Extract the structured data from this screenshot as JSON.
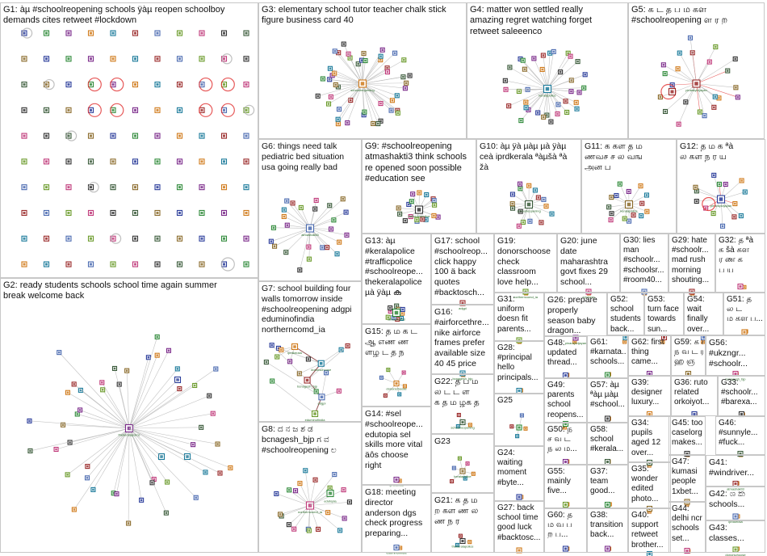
{
  "groups": [
    {
      "id": "G1",
      "lines": [
        "G1: àµ #schoolreopening schools ÿàµ reopen schoolboy",
        "demands cites retweet #lockdown"
      ]
    },
    {
      "id": "G2",
      "lines": [
        "G2: ready students schools school time again summer",
        "break welcome back"
      ]
    },
    {
      "id": "G3",
      "lines": [
        "G3: elementary school tutor teacher chalk stick",
        "figure business card 40"
      ]
    },
    {
      "id": "G4",
      "lines": [
        "G4: matter won settled really",
        "amazing regret watching forget",
        "retweet saleeenco"
      ]
    },
    {
      "id": "G5",
      "lines": [
        "G5: க ட த ப ம கள",
        "#schoolreopening ள ர ற"
      ]
    },
    {
      "id": "G6",
      "lines": [
        "G6: things need talk",
        "pediatric bed situation",
        "usa going really bad"
      ]
    },
    {
      "id": "G7",
      "lines": [
        "G7: school building four",
        "walls tomorrow inside",
        "#schoolreopening adgpi",
        "eduminofindia",
        "northerncomd_ia"
      ]
    },
    {
      "id": "G8",
      "lines": [
        "G8: ದ ನ ಜ ಶ ಡ",
        "bcnagesh_bjp ಗ ವ",
        "#schoolreopening ಲ"
      ]
    },
    {
      "id": "G9",
      "lines": [
        "G9: #schoolreopening",
        "atmashakti3 think schools",
        "re opened soon possible",
        "#education see"
      ]
    },
    {
      "id": "G10",
      "lines": [
        "G10: àµ ÿà µàµ µà ÿàµ",
        "ceà iprdkerala ªàµšà ªà",
        "žà"
      ]
    },
    {
      "id": "G11",
      "lines": [
        "G11: க கள த ம",
        "ணவச ச ல வங",
        "அன ப"
      ]
    },
    {
      "id": "G12",
      "lines": [
        "G12: த ம க ªà",
        "ல கள ந ர ய"
      ]
    },
    {
      "id": "G13",
      "lines": [
        "G13: àµ",
        "#keralapolice",
        "#trafficpolice",
        "#schoolreope...",
        "thekeralapolice",
        "µà ÿàµ ക"
      ]
    },
    {
      "id": "G14",
      "lines": [
        "G14: #sel",
        "#schoolreope...",
        "edutopia sel",
        "skills more vital",
        "äôs choose",
        "right"
      ]
    },
    {
      "id": "G15",
      "lines": [
        "G15: த ம க ட",
        "ஆ எண ண",
        "ளழ ட த ந"
      ]
    },
    {
      "id": "G16",
      "lines": [
        "G16:",
        "#airforcethre...",
        "nike airforce",
        "frames prefer",
        "available size",
        "40 45 price"
      ]
    },
    {
      "id": "G17",
      "lines": [
        "G17: school",
        "#schoolreop...",
        "click happy",
        "100 ä back",
        "quotes",
        "#backtosch..."
      ]
    },
    {
      "id": "G18",
      "lines": [
        "G18: meeting",
        "director",
        "anderson dgs",
        "check progress",
        "preparing..."
      ]
    },
    {
      "id": "G19",
      "lines": [
        "G19:",
        "donorschoose",
        "check",
        "classroom",
        "love help..."
      ]
    },
    {
      "id": "G20",
      "lines": [
        "G20: june",
        "date",
        "maharashtra",
        "govt fixes 29",
        "school..."
      ]
    },
    {
      "id": "G21",
      "lines": [
        "G21: க த ம",
        "ற கள ண ல",
        "ண ந ர"
      ]
    },
    {
      "id": "G22",
      "lines": [
        "G22: த ப ம",
        "ல ட ட ள",
        "க த ம ழக த"
      ]
    },
    {
      "id": "G23",
      "lines": [
        "G23"
      ]
    },
    {
      "id": "G24",
      "lines": [
        "G24:",
        "waiting",
        "moment",
        "#byte..."
      ]
    },
    {
      "id": "G25",
      "lines": [
        "G25"
      ]
    },
    {
      "id": "G26",
      "lines": [
        "G26: prepare",
        "properly",
        "season baby",
        "dragon..."
      ]
    },
    {
      "id": "G27",
      "lines": [
        "G27: back",
        "school time",
        "good luck",
        "#backtosc..."
      ]
    },
    {
      "id": "G28",
      "lines": [
        "G28:",
        "#principal",
        "hello",
        "principals..."
      ]
    },
    {
      "id": "G29",
      "lines": [
        "G29: hate",
        "#schoolr...",
        "mad rush",
        "morning",
        "shouting..."
      ]
    },
    {
      "id": "G30",
      "lines": [
        "G30: lies",
        "man",
        "#schoolr...",
        "#schoolsr...",
        "#room40..."
      ]
    },
    {
      "id": "G31",
      "lines": [
        "G31:",
        "uniform",
        "doesn fit",
        "parents..."
      ]
    },
    {
      "id": "G32",
      "lines": [
        "G32: த ªà",
        "க šà கள",
        "ர ண க",
        "ப ய"
      ]
    },
    {
      "id": "G33",
      "lines": [
        "G33:",
        "#schoolr...",
        "#barexa..."
      ]
    },
    {
      "id": "G34",
      "lines": [
        "G34:",
        "pupils",
        "aged 12",
        "over..."
      ]
    },
    {
      "id": "G35",
      "lines": [
        "G35:",
        "wonder",
        "edited",
        "photo..."
      ]
    },
    {
      "id": "G36",
      "lines": [
        "G36: ruto",
        "related",
        "orkoiyot..."
      ]
    },
    {
      "id": "G37",
      "lines": [
        "G37:",
        "team",
        "good..."
      ]
    },
    {
      "id": "G38",
      "lines": [
        "G38:",
        "transition",
        "back..."
      ]
    },
    {
      "id": "G39",
      "lines": [
        "G39:",
        "designer",
        "luxury..."
      ]
    },
    {
      "id": "G40",
      "lines": [
        "G40:",
        "support",
        "retweet",
        "brother..."
      ]
    },
    {
      "id": "G41",
      "lines": [
        "G41:",
        "#windriver..."
      ]
    },
    {
      "id": "G42",
      "lines": [
        "G42: ශ ක",
        "schools..."
      ]
    },
    {
      "id": "G43",
      "lines": [
        "G43:",
        "classes..."
      ]
    },
    {
      "id": "G44",
      "lines": [
        "G44:",
        "delhi ncr",
        "schools",
        "set..."
      ]
    },
    {
      "id": "G45",
      "lines": [
        "G45: tool",
        "caselorg",
        "makes..."
      ]
    },
    {
      "id": "G46",
      "lines": [
        "G46:",
        "#sunnyle...",
        "#fuck..."
      ]
    },
    {
      "id": "G47",
      "lines": [
        "G47:",
        "kumasi",
        "people",
        "1xbet..."
      ]
    },
    {
      "id": "G48",
      "lines": [
        "G48:",
        "updated",
        "thread..."
      ]
    },
    {
      "id": "G49",
      "lines": [
        "G49:",
        "parents",
        "school",
        "reopens..."
      ]
    },
    {
      "id": "G50",
      "lines": [
        "G50: ந",
        "ச வ ட",
        "ந ல ம..."
      ]
    },
    {
      "id": "G51",
      "lines": [
        "G51: த",
        "ல ட",
        "ம கள ப..."
      ]
    },
    {
      "id": "G52",
      "lines": [
        "G52:",
        "school",
        "students",
        "back..."
      ]
    },
    {
      "id": "G53",
      "lines": [
        "G53:",
        "turn face",
        "towards",
        "sun..."
      ]
    },
    {
      "id": "G54",
      "lines": [
        "G54:",
        "wait",
        "finally",
        "over..."
      ]
    },
    {
      "id": "G55",
      "lines": [
        "G55:",
        "mainly",
        "five..."
      ]
    },
    {
      "id": "G56",
      "lines": [
        "G56:",
        "#ukzngr...",
        "#schoolr..."
      ]
    },
    {
      "id": "G57",
      "lines": [
        "G57: àµ",
        "ªàµ µàµ",
        "#school..."
      ]
    },
    {
      "id": "G58",
      "lines": [
        "G58:",
        "school",
        "#kerala..."
      ]
    },
    {
      "id": "G59",
      "lines": [
        "G59: க ச",
        "ந வ ட ர த",
        "ஹ ஞ"
      ]
    },
    {
      "id": "G60",
      "lines": [
        "G60: த",
        "ம வ ப",
        "ற ப..."
      ]
    },
    {
      "id": "G61",
      "lines": [
        "G61:",
        "#karnata...",
        "schools..."
      ]
    },
    {
      "id": "G62",
      "lines": [
        "G62: first",
        "thing",
        "came..."
      ]
    }
  ],
  "nodes": [
    {
      "name": "thekeralapolice"
    },
    {
      "name": "schoolreopening"
    },
    {
      "name": "keralapolice"
    },
    {
      "name": "pinarayivijayan"
    },
    {
      "name": "atmashakti3"
    },
    {
      "name": "iprdkerala"
    },
    {
      "name": "donorschoose"
    },
    {
      "name": "bcnagesh_bjp"
    },
    {
      "name": "adgpi"
    },
    {
      "name": "eduminofindia"
    },
    {
      "name": "northerncomd_ia"
    },
    {
      "name": "edutopia"
    }
  ],
  "colors": {
    "border": "#c8c8c8",
    "edge": "#b4b4b4",
    "edge_red": "#e23a3a",
    "edge_dark": "#7a2a2a",
    "node_fill": "#ffffff",
    "node_palette": [
      "#2a3c9a",
      "#2f8a3a",
      "#7b2a8a",
      "#d07a1a",
      "#1a7a9a",
      "#9a2a2a",
      "#4a6ab0",
      "#6a9a2a",
      "#c03a7a",
      "#333333",
      "#3a5a3a",
      "#8a6a2a"
    ]
  }
}
